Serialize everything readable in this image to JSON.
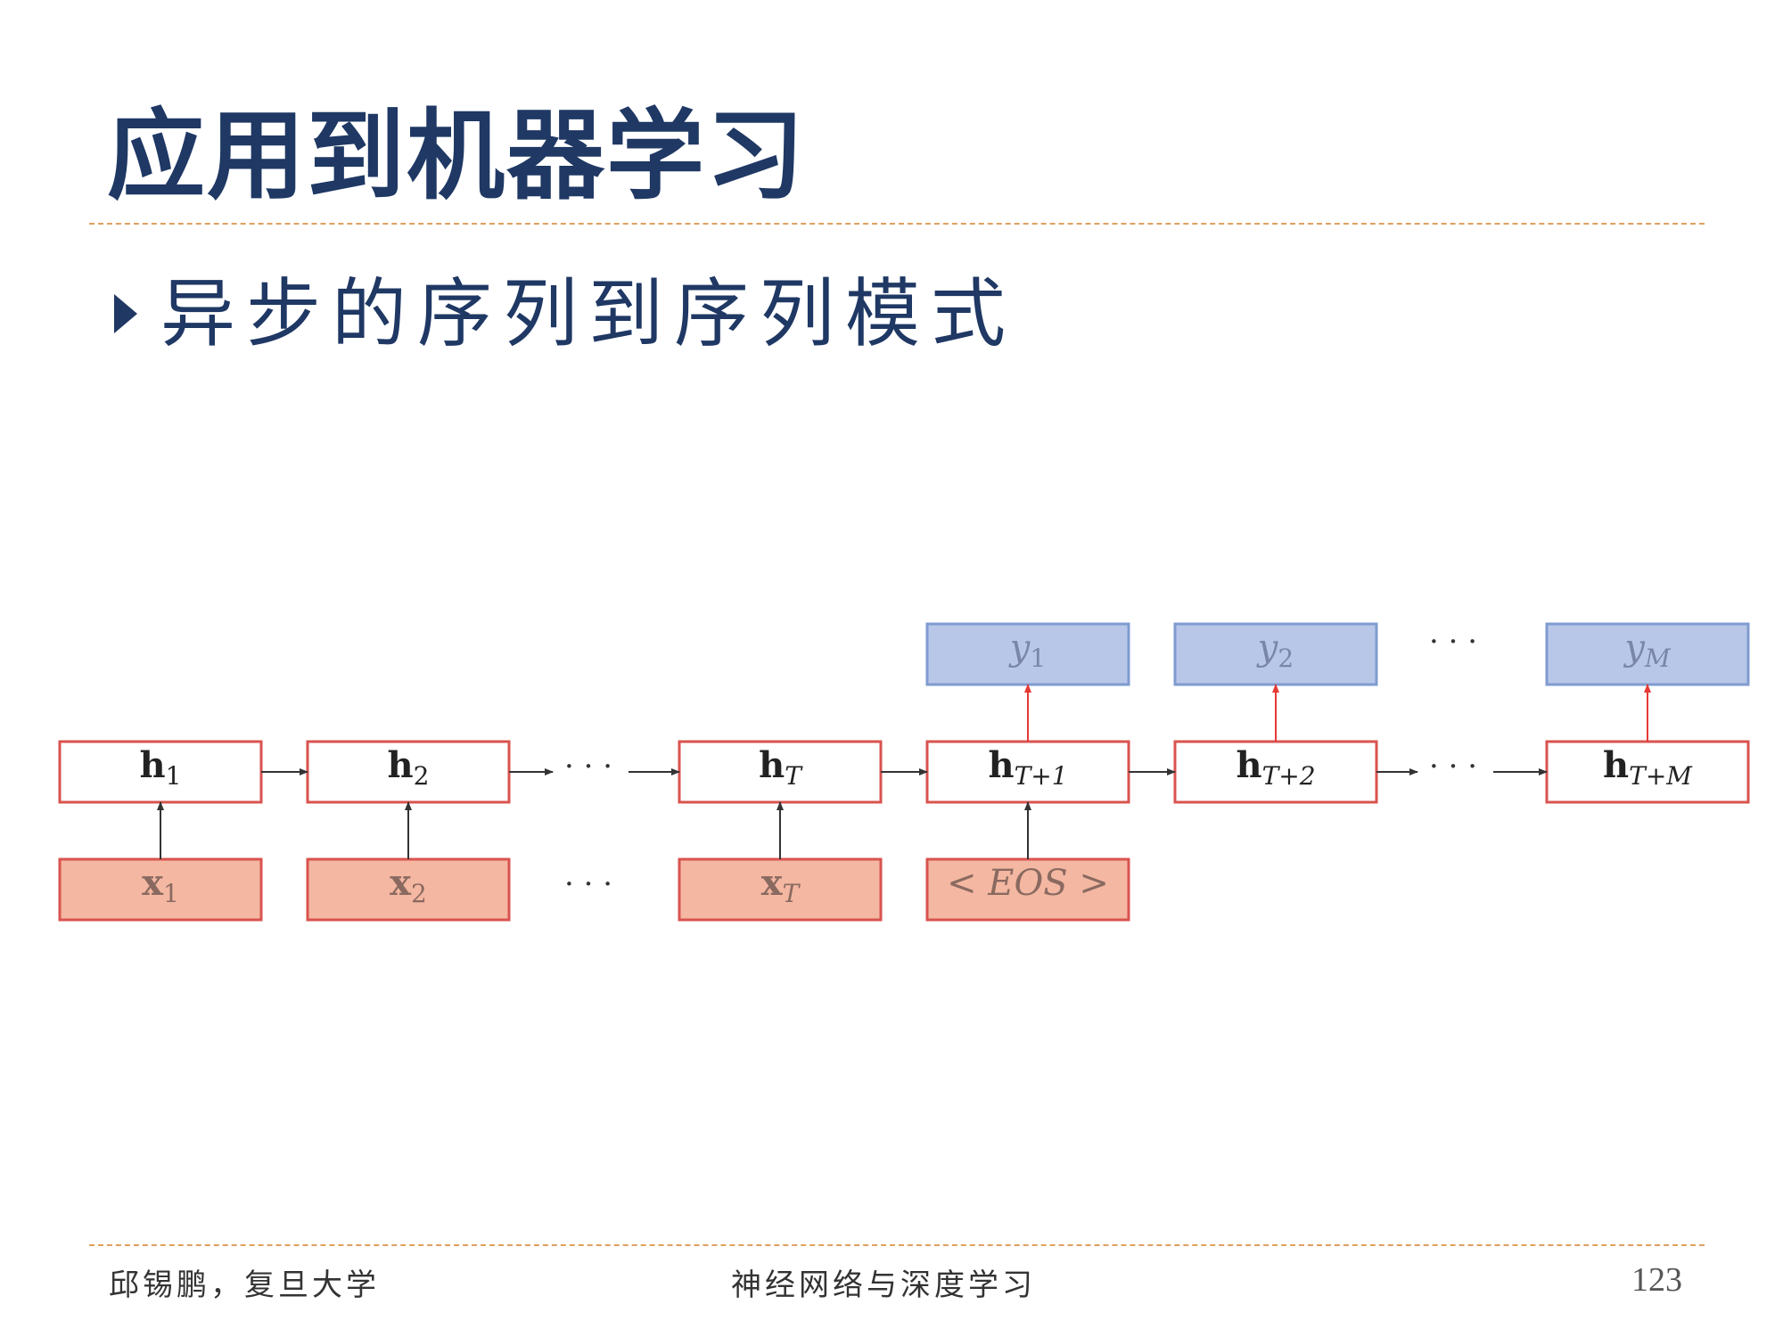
{
  "slide": {
    "title": "应用到机器学习",
    "bullet": "异步的序列到序列模式"
  },
  "footer": {
    "author": "邱锡鹏，复旦大学",
    "course": "神经网络与深度学习",
    "page_number": "123"
  },
  "colors": {
    "title": "#1f3864",
    "input_fill": "#f4b7a2",
    "input_stroke": "#d9534f",
    "hidden_fill": "#ffffff",
    "hidden_stroke": "#d9534f",
    "output_fill": "#b8c7e8",
    "output_stroke": "#7f9bd0",
    "output_arrow": "#e53935",
    "arrow": "#333333",
    "rule": "#e0a060"
  },
  "diagram": {
    "columns": [
      {
        "hidden": {
          "base": "h",
          "sub": "1"
        },
        "input": {
          "base": "x",
          "sub": "1"
        },
        "output": null
      },
      {
        "hidden": {
          "base": "h",
          "sub": "2"
        },
        "input": {
          "base": "x",
          "sub": "2"
        },
        "output": null
      },
      {
        "ellipsis": true,
        "input_ellipsis": true
      },
      {
        "hidden": {
          "base": "h",
          "sub": "T"
        },
        "input": {
          "base": "x",
          "sub": "T"
        },
        "output": null
      },
      {
        "hidden": {
          "base": "h",
          "sub": "T+1"
        },
        "input": {
          "text": "< EOS >"
        },
        "output": {
          "base": "y",
          "sub": "1"
        }
      },
      {
        "hidden": {
          "base": "h",
          "sub": "T+2"
        },
        "input": null,
        "output": {
          "base": "y",
          "sub": "2"
        }
      },
      {
        "ellipsis": true,
        "output_ellipsis": true
      },
      {
        "hidden": {
          "base": "h",
          "sub": "T+M"
        },
        "input": null,
        "output": {
          "base": "y",
          "sub": "M"
        }
      }
    ],
    "ellipsis": "· · ·"
  }
}
